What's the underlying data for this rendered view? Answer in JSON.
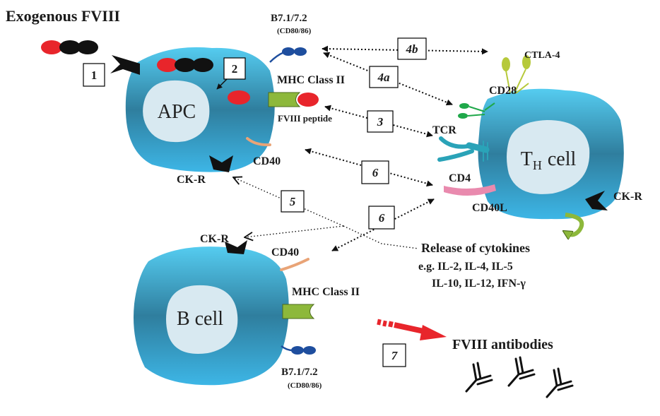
{
  "title": "Exogenous FVIII",
  "steps": {
    "one": "1",
    "two": "2",
    "three": "3",
    "four_a": "4a",
    "four_b": "4b",
    "five": "5",
    "six_a": "6",
    "six_b": "6",
    "seven": "7"
  },
  "apc": {
    "label": "APC",
    "b7": "B7.1/7.2",
    "b7_sub": "(CD80/86)",
    "mhc": "MHC Class II",
    "peptide": "FVIII peptide",
    "cd40": "CD40",
    "ckr": "CK-R"
  },
  "th_cell": {
    "label_t": "T",
    "label_sub": "H",
    "label_cell": "cell",
    "ctla4": "CTLA-4",
    "cd28": "CD28",
    "tcr": "TCR",
    "cd4": "CD4",
    "cd40l": "CD40L",
    "ckr": "CK-R"
  },
  "b_cell": {
    "label": "B cell",
    "ckr": "CK-R",
    "cd40": "CD40",
    "mhc": "MHC Class II",
    "b7": "B7.1/7.2",
    "b7_sub": "(CD80/86)"
  },
  "cytokines": {
    "title": "Release of cytokines",
    "line1": "e.g. IL-2, IL-4, IL-5",
    "line2": "IL-10, IL-12, IFN-γ"
  },
  "antibodies": "FVIII antibodies",
  "colors": {
    "cell_light": "#55CCF0",
    "cell_dark": "#2F7E9E",
    "cell_bottom": "#3DB6E6",
    "nucleus": "#D8E9F1",
    "fviii_red": "#E8252B",
    "mhc_green": "#8DB83B",
    "b7_blue": "#1E4E9E",
    "cd40_orange": "#E9A477",
    "cd40l_pink": "#E98AAE",
    "cd28_green": "#1FA84A",
    "ctla4_green": "#B6C93A",
    "tcr_teal": "#2AA3B8"
  }
}
